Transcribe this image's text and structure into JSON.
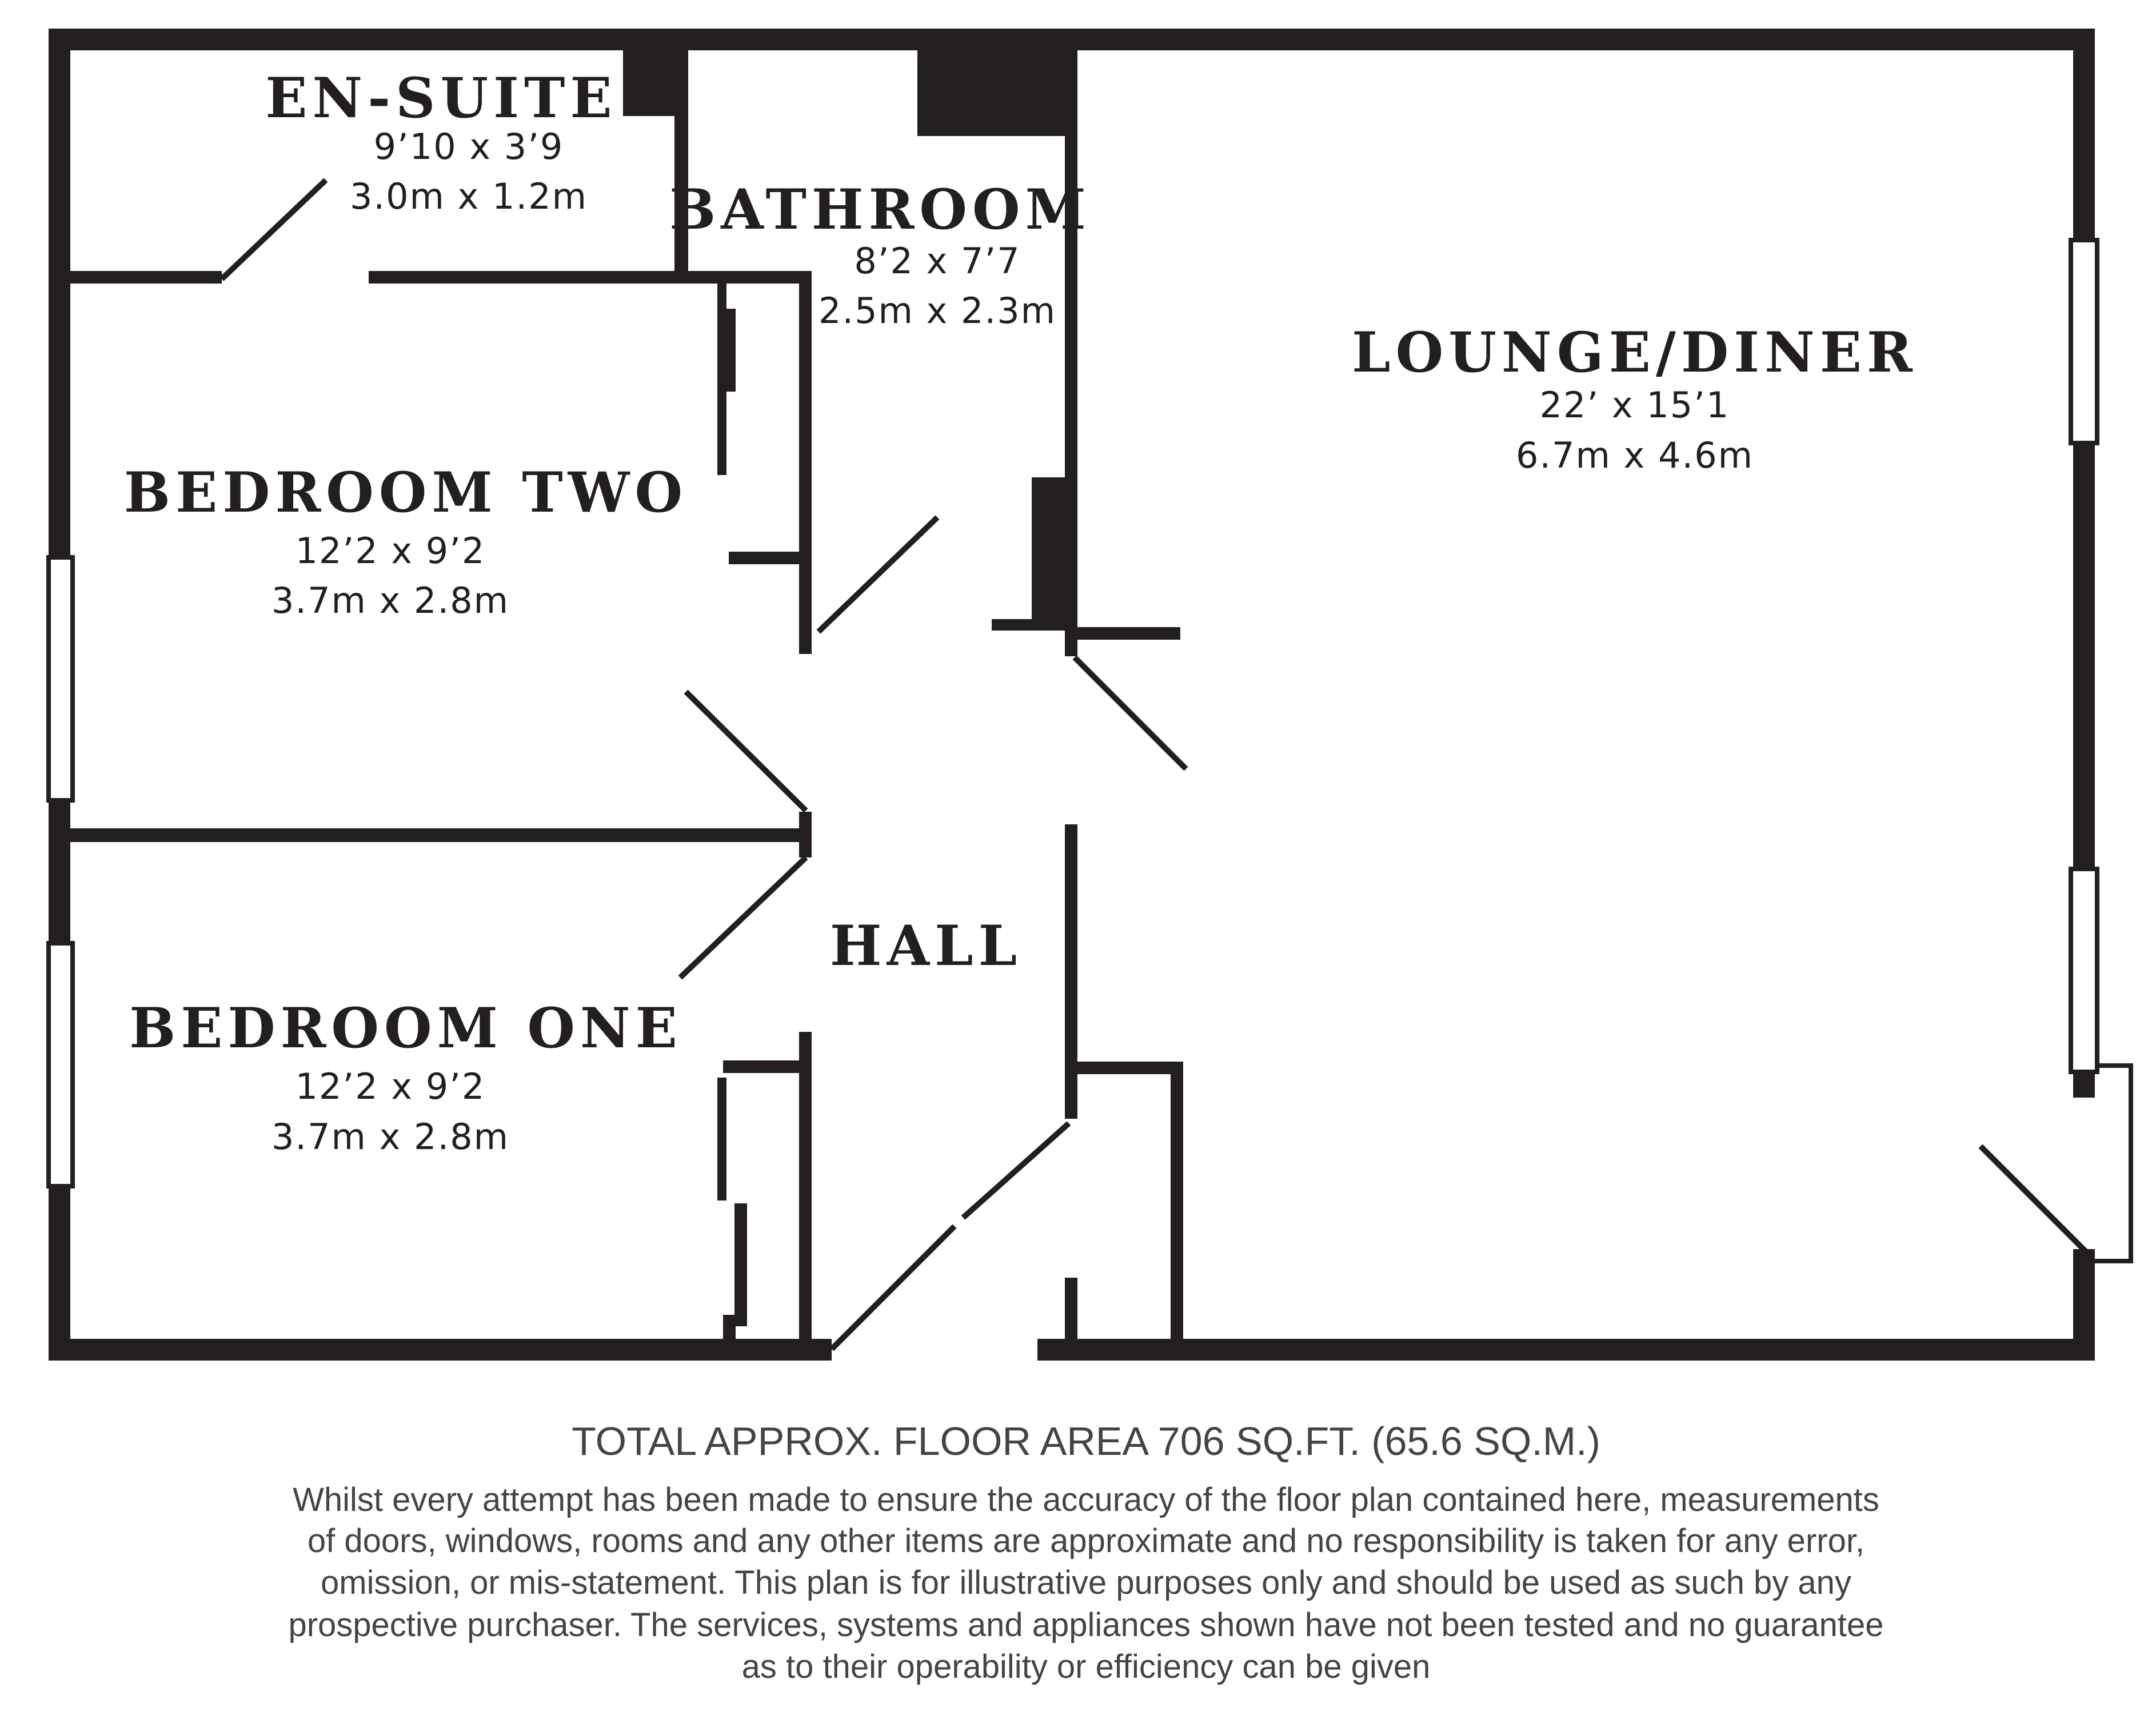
{
  "rooms": {
    "en_suite": {
      "name": "EN-SUITE",
      "dim_imperial": "9’10 x 3’9",
      "dim_metric": "3.0m x 1.2m"
    },
    "bathroom": {
      "name": "BATHROOM",
      "dim_imperial": "8’2 x 7’7",
      "dim_metric": "2.5m x 2.3m"
    },
    "lounge_diner": {
      "name": "LOUNGE/DINER",
      "dim_imperial": "22’ x 15’1",
      "dim_metric": "6.7m x 4.6m"
    },
    "bedroom_two": {
      "name": "BEDROOM TWO",
      "dim_imperial": "12’2 x 9’2",
      "dim_metric": "3.7m x 2.8m"
    },
    "bedroom_one": {
      "name": "BEDROOM ONE",
      "dim_imperial": "12’2 x 9’2",
      "dim_metric": "3.7m x 2.8m"
    },
    "hall": {
      "name": "HALL"
    }
  },
  "footer": {
    "total_area": "TOTAL APPROX. FLOOR AREA 706 SQ.FT. (65.6 SQ.M.)",
    "disclaimer": [
      "Whilst every attempt has been made to ensure the accuracy of the floor plan contained here, measurements",
      "of doors, windows, rooms and any other items are approximate and no responsibility is taken for any error,",
      "omission, or mis-statement. This plan is for illustrative purposes only and should be used as such by any",
      "prospective purchaser. The services, systems and appliances shown have not been tested and no guarantee",
      "as to their operability or efficiency can be given"
    ]
  },
  "colors": {
    "wall": "#231f20",
    "text": "#231f20",
    "footer_text": "#444444",
    "background": "#ffffff"
  }
}
